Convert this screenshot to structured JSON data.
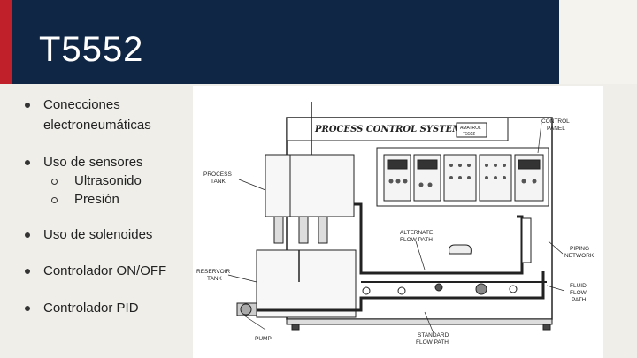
{
  "slide": {
    "title": "T5552",
    "bullets": [
      {
        "label": "Conecciones\nelectroneumáticas",
        "line1": "Conecciones",
        "line2": "electroneumáticas"
      },
      {
        "label": "Uso de sensores",
        "subs": [
          "Ultrasonido",
          "Presión"
        ]
      },
      {
        "label": "Uso de solenoides"
      },
      {
        "label": "Controlador ON/OFF"
      },
      {
        "label": "Controlador PID"
      }
    ]
  },
  "diagram": {
    "panel_title": "PROCESS CONTROL SYSTEM",
    "badge_brand": "AMATROL",
    "badge_model": "T5552",
    "labels": {
      "control_panel_1": "CONTROL",
      "control_panel_2": "PANEL",
      "process_tank_1": "PROCESS",
      "process_tank_2": "TANK",
      "alternate_1": "ALTERNATE",
      "alternate_2": "FLOW PATH",
      "piping_1": "PIPING",
      "piping_2": "NETWORK",
      "reservoir_1": "RESERVOIR",
      "reservoir_2": "TANK",
      "fluid_1": "FLUID",
      "fluid_2": "FLOW",
      "fluid_3": "PATH",
      "pump": "PUMP",
      "standard_1": "STANDARD",
      "standard_2": "FLOW PATH"
    }
  },
  "colors": {
    "header_bg": "#0f2644",
    "accent": "#c0202a",
    "slide_bg": "#efeee9"
  }
}
